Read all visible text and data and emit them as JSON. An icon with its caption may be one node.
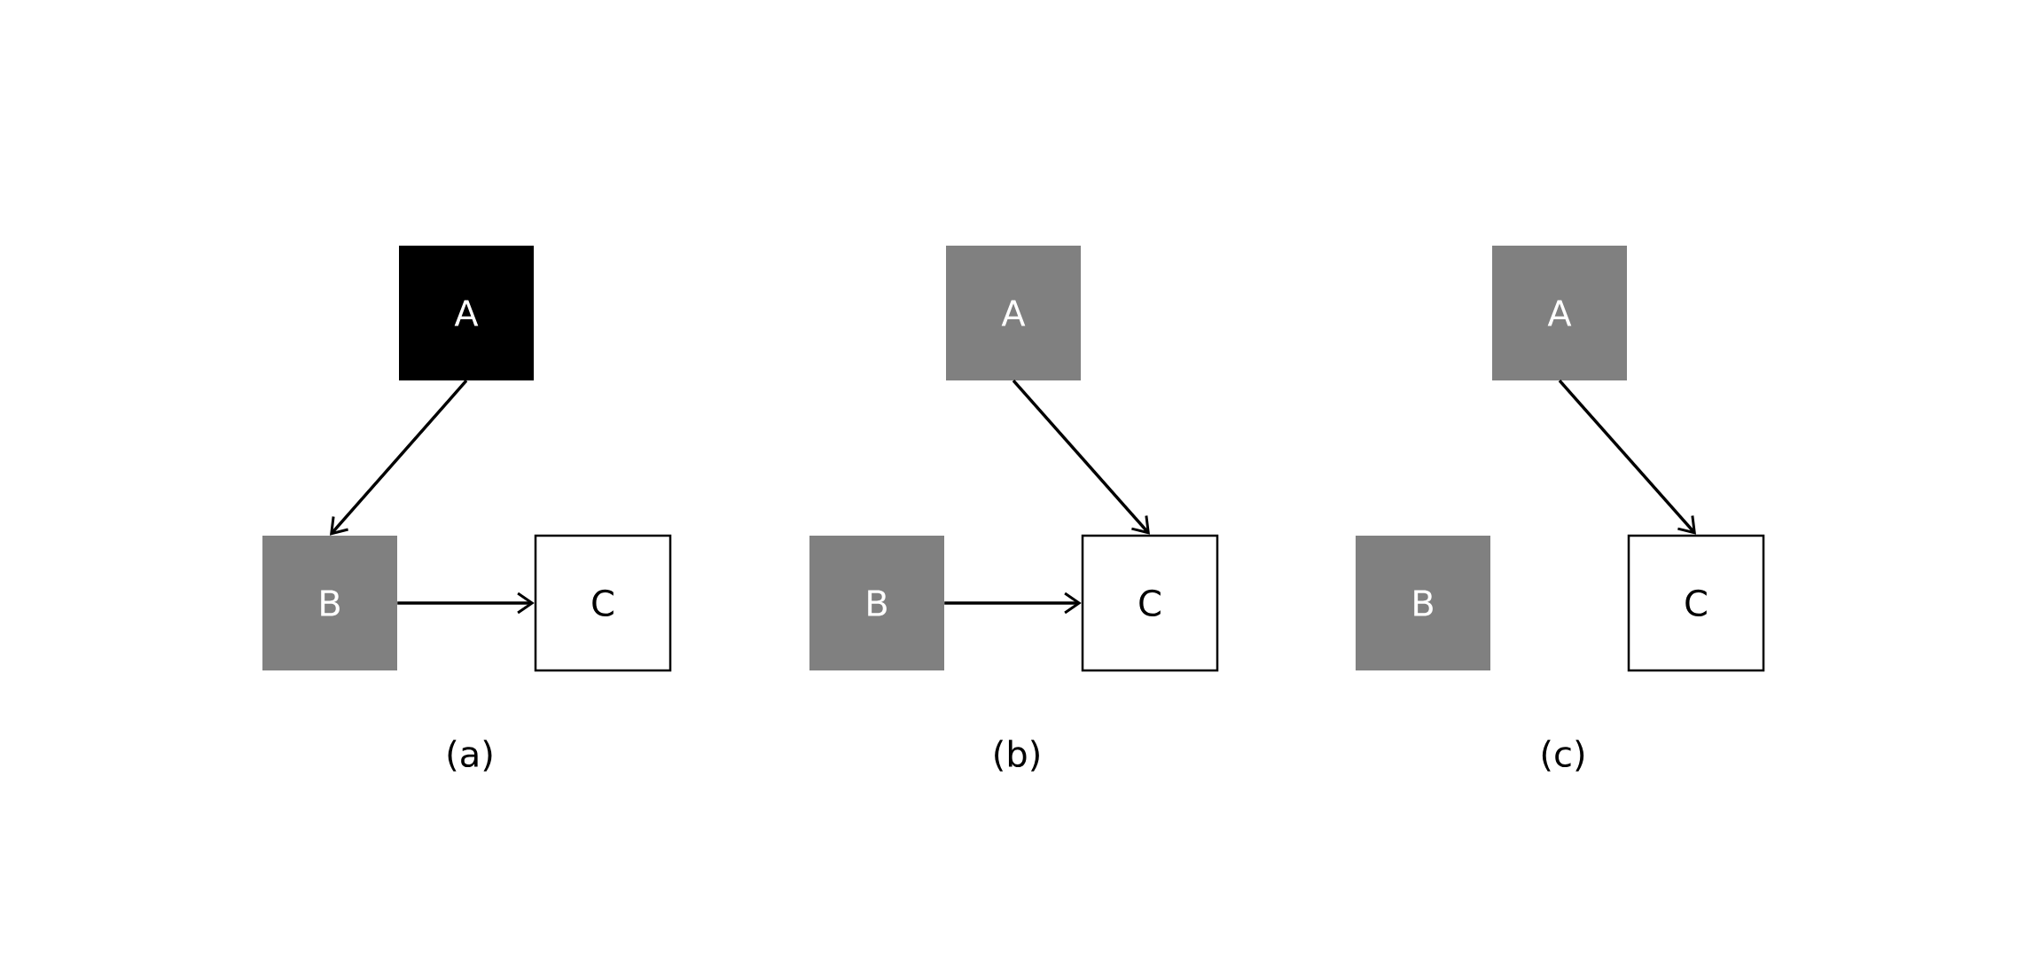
{
  "diagram": {
    "nodes": [
      {
        "text": [
          "A"
        ]
      },
      {
        "text": [
          "B"
        ]
      },
      {
        "text": [
          "C"
        ]
      },
      {
        "text": [
          "A"
        ]
      },
      {
        "text": [
          "B"
        ]
      },
      {
        "text": [
          "C"
        ]
      },
      {
        "text": [
          "A"
        ]
      },
      {
        "text": [
          "B"
        ]
      },
      {
        "text": [
          "C"
        ]
      }
    ],
    "edges": [
      {
        "from": 0,
        "to": 1,
        "arrow": "to"
      },
      {
        "from": 1,
        "to": 2,
        "arrow": "to"
      },
      {
        "from": 3,
        "to": 5,
        "arrow": "to"
      },
      {
        "from": 4,
        "to": 5,
        "arrow": "to"
      },
      {
        "from": 6,
        "to": 8,
        "arrow": "to"
      }
    ],
    "labels": [
      "(a)",
      "(b)",
      "(c)"
    ]
  }
}
